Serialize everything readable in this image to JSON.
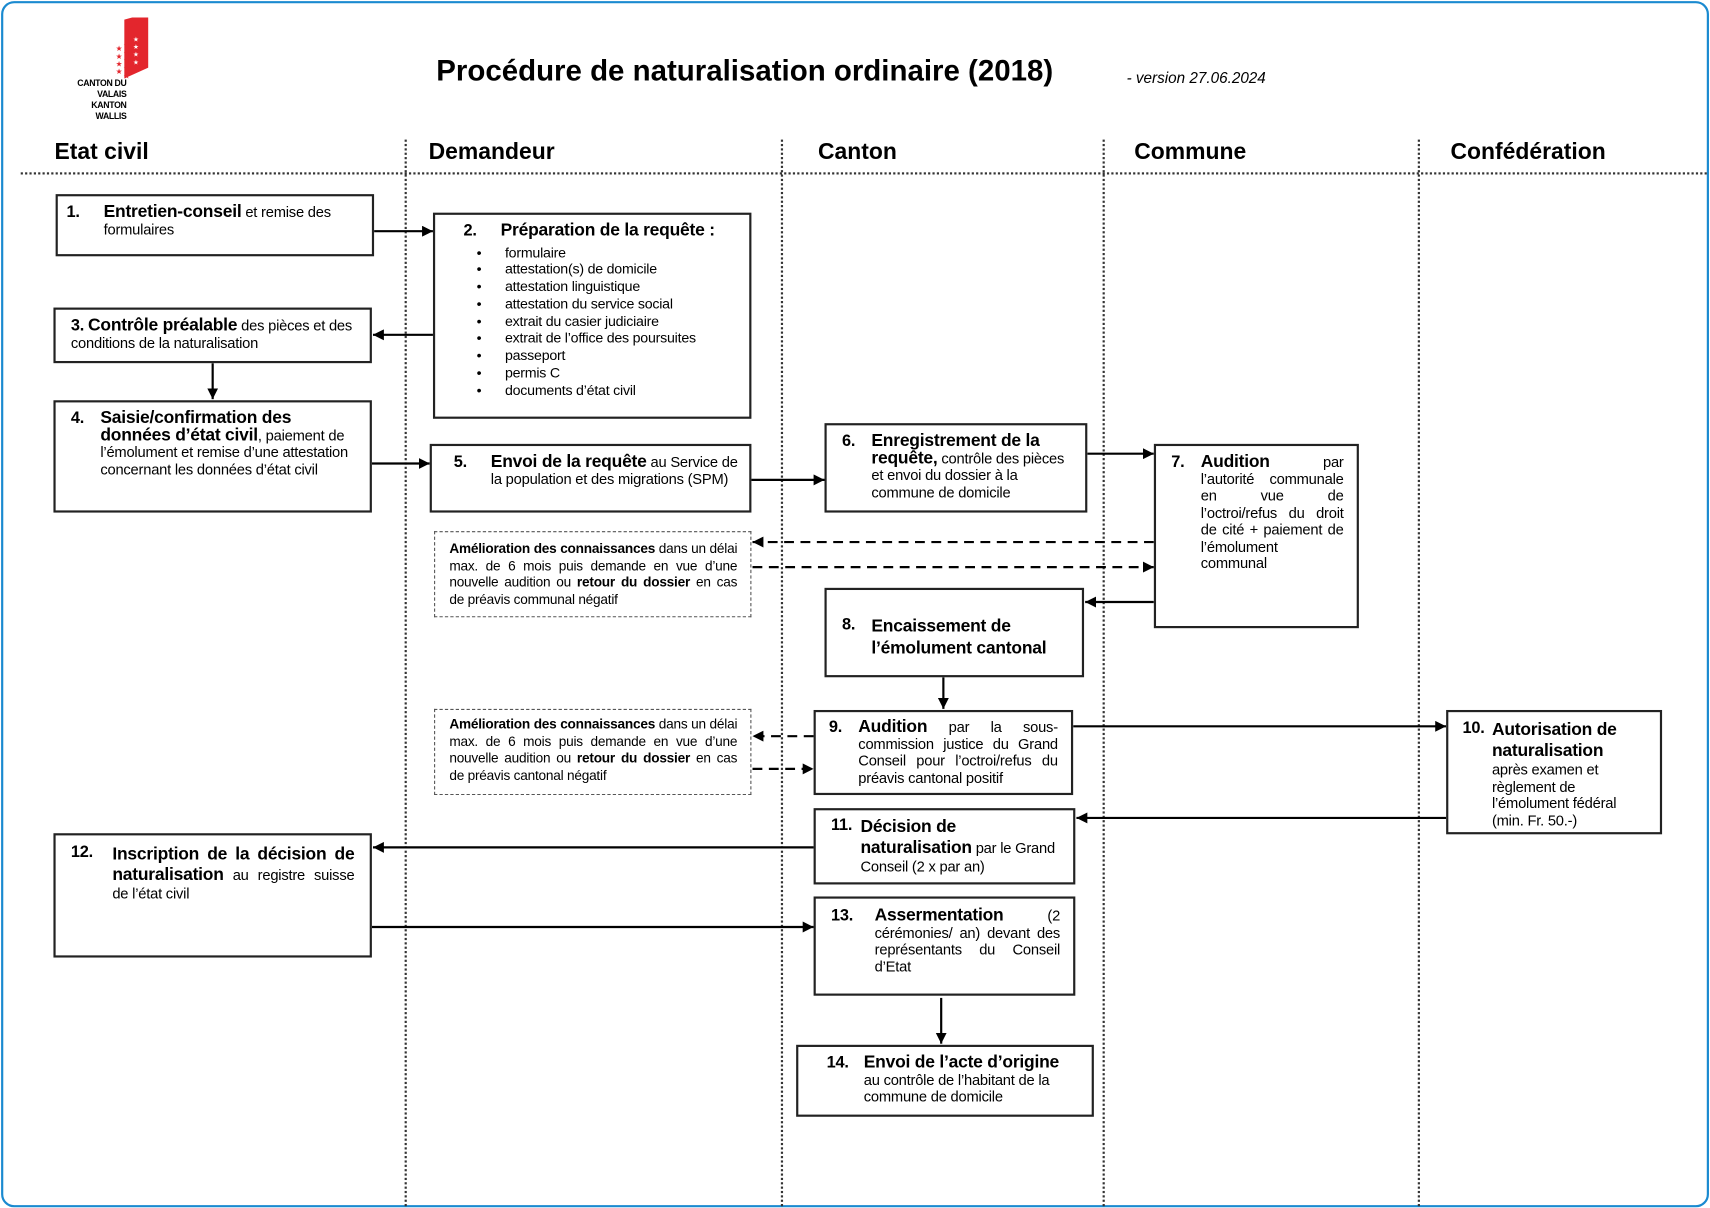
{
  "logo": {
    "line1": "CANTON DU VALAIS",
    "line2": "KANTON WALLIS",
    "colors": {
      "red": "#e3262d",
      "white": "#ffffff"
    }
  },
  "title": "Procédure de naturalisation ordinaire (2018)",
  "version": "- version 27.06.2024",
  "columns": [
    "Etat civil",
    "Demandeur",
    "Canton",
    "Commune",
    "Confédération"
  ],
  "steps": {
    "s1": {
      "num": "1.",
      "bold": "Entretien-conseil",
      "text": " et remise des formulaires"
    },
    "s2": {
      "num": "2.",
      "bold": "Préparation de la requête :",
      "items": [
        "formulaire",
        "attestation(s) de domicile",
        "attestation linguistique",
        "attestation du service social",
        "extrait du casier judiciaire",
        "extrait de l’office des poursuites",
        "passeport",
        "permis C",
        "documents d’état civil"
      ]
    },
    "s3": {
      "num": "3.",
      "bold": "Contrôle préalable",
      "text": " des pièces et des conditions de la naturalisation"
    },
    "s4": {
      "num": "4.",
      "bold": "Saisie/confirmation des données d’état civil",
      "text": ", paiement de l’émolument et remise d’une attestation concernant les données d’état civil"
    },
    "s5": {
      "num": "5.",
      "bold": "Envoi de la requête",
      "text": " au Service de la population et des migrations (SPM)"
    },
    "s6": {
      "num": "6.",
      "bold": "Enregistrement de la requête,",
      "text": " contrôle des pièces et envoi du dossier à la commune de domicile"
    },
    "s7": {
      "num": "7.",
      "bold": "Audition",
      "text": " par l’autorité communale en vue de l’octroi/refus du droit de cité + paiement de l’émolument communal"
    },
    "s8": {
      "num": "8.",
      "bold": "Encaissement de l’émolument cantonal"
    },
    "s9": {
      "num": "9.",
      "bold": "Audition",
      "text": " par la sous-commission justice du Grand Conseil pour l’octroi/refus du préavis cantonal positif"
    },
    "s10": {
      "num": "10.",
      "bold": "Autorisation de naturalisation",
      "text": "après examen et règlement de l’émolument fédéral (min. Fr. 50.-)"
    },
    "s11": {
      "num": "11.",
      "bold": "Décision de naturalisation",
      "text": " par le Grand Conseil (2 x par an)"
    },
    "s12": {
      "num": "12.",
      "bold": "Inscription de la décision de naturalisation",
      "text": " au registre suisse de l’état civil"
    },
    "s13": {
      "num": "13.",
      "bold": "Assermentation",
      "text": " (2 cérémonies/ an) devant des représentants du Conseil d’Etat"
    },
    "s14": {
      "num": "14.",
      "bold": "Envoi de l’acte d’origine",
      "text": "au contrôle de l’habitant de la commune de domicile"
    }
  },
  "loops": {
    "communal": {
      "bold1": "Amélioration des connaissances",
      "t1": " dans un délai max. de 6 mois puis demande en vue d’une nouvelle audition ou ",
      "bold2": "retour du dossier",
      "t2": " en cas de préavis communal négatif"
    },
    "cantonal": {
      "bold1": "Amélioration des connaissances",
      "t1": " dans un délai max. de 6 mois puis demande en vue d’une nouvelle audition ou ",
      "bold2": "retour du dossier",
      "t2": " en cas de préavis cantonal négatif"
    }
  },
  "colors": {
    "frame": "#1a8ad0"
  }
}
